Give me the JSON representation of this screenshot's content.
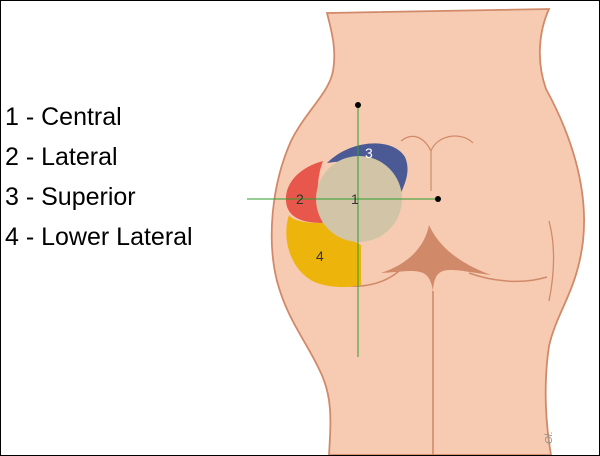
{
  "legend": [
    {
      "number": "1",
      "separator": " - ",
      "label": "Central"
    },
    {
      "number": "2",
      "separator": " - ",
      "label": "Lateral"
    },
    {
      "number": "3",
      "separator": " - ",
      "label": "Superior"
    },
    {
      "number": "4",
      "separator": " - ",
      "label": "Lower Lateral"
    }
  ],
  "zones": [
    {
      "id": "1",
      "color": "#d1c4a7"
    },
    {
      "id": "2",
      "color": "#e8574b"
    },
    {
      "id": "3",
      "color": "#4b5a94"
    },
    {
      "id": "4",
      "color": "#edb40b"
    }
  ],
  "signature": "Ol.",
  "colors": {
    "skin": "#f7cbb1",
    "outline": "#d18a69",
    "guide_line": "#2e9d2e",
    "marker": "#000000",
    "zone_label_light": "#ffffff",
    "zone_label_dark": "#333333",
    "signature": "#8f8f8f"
  }
}
